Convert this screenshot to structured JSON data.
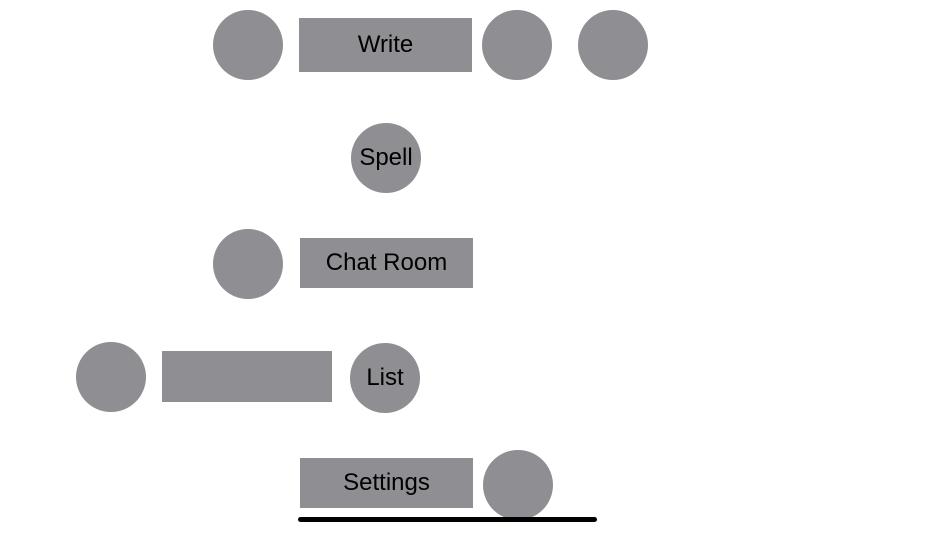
{
  "theme": {
    "background": "#ffffff",
    "shape_color": "#8e8e93",
    "label_color": "#000000",
    "underline_color": "#000000"
  },
  "buttons": {
    "write": {
      "label": "Write"
    },
    "spell": {
      "label": "Spell"
    },
    "chat_room": {
      "label": "Chat Room"
    },
    "list": {
      "label": "List"
    },
    "settings": {
      "label": "Settings"
    }
  }
}
